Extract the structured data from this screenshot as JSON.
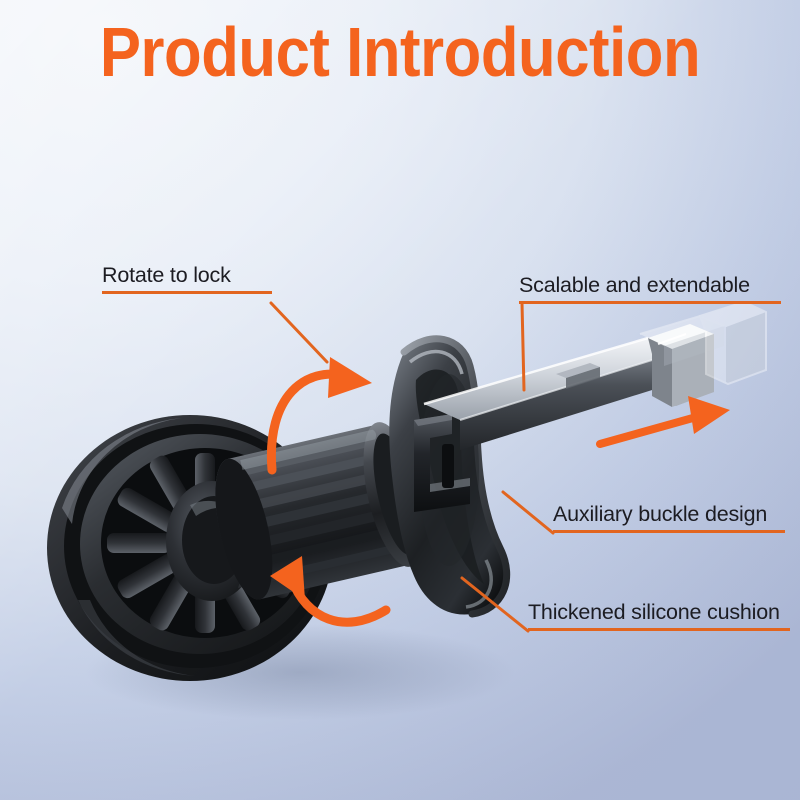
{
  "meta": {
    "title": "Product Introduction",
    "accent_orange": "#f4631e",
    "rule_orange": "#e2651f",
    "label_text_color": "#1c1c22",
    "background_light": "#eef2f8",
    "background_dark": "#aeb9d6",
    "product_body_color": "#2b2e33",
    "product_metal_color": "#c9cdd4"
  },
  "header": {
    "title": "Product Introduction"
  },
  "callouts": [
    {
      "id": "rotate-to-lock",
      "label": "Rotate to lock",
      "rule_width": 170
    },
    {
      "id": "scalable-and-extendable",
      "label": "Scalable and extendable",
      "rule_width": 262
    },
    {
      "id": "auxiliary-buckle-design",
      "label": "Auxiliary buckle design",
      "rule_width": 232
    },
    {
      "id": "thickened-silicone-cushion",
      "label": "Thickened silicone cushion",
      "rule_width": 262
    }
  ],
  "product": {
    "name": "suction-cup-car-mount",
    "parts": [
      "suction-cup-base",
      "ribbed-locking-knob",
      "star-knob-silicone-cushion",
      "telescoping-metal-arm",
      "auxiliary-buckle",
      "arm-hook-end",
      "ghost-extended-arm"
    ]
  },
  "annotations": {
    "rotation_arrows": "circular-rotation-indicator",
    "extension_arrow": "straight-right-arrow"
  }
}
